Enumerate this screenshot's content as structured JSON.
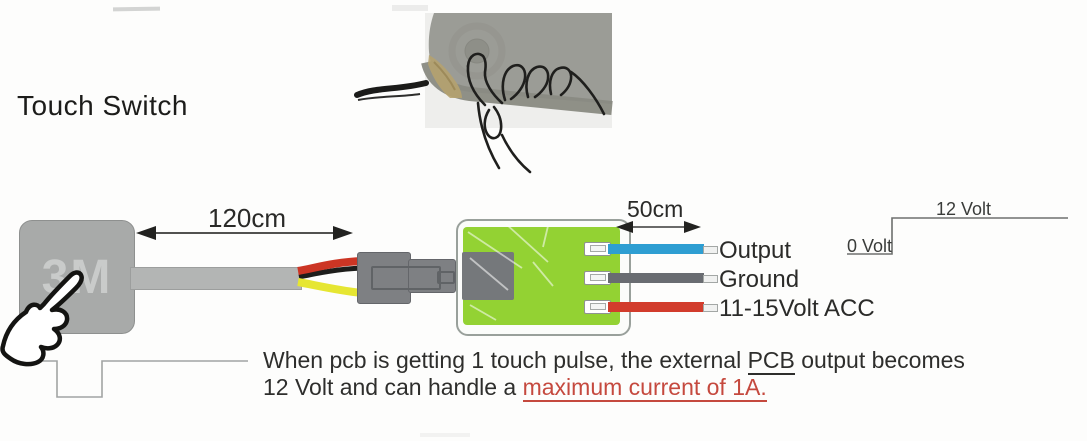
{
  "title": "Touch Switch",
  "diagram": {
    "pad_label": "3M",
    "cable_length": "120cm",
    "output_length": "50cm",
    "wires": [
      {
        "label": "Output",
        "color": "#2e9ed2"
      },
      {
        "label": "Ground",
        "color": "#696c71"
      },
      {
        "label": "11-15Volt ACC",
        "color": "#d23c2c"
      }
    ],
    "signal": {
      "low": "0 Volt",
      "high": "12 Volt"
    },
    "colors": {
      "pad": "#a8aaa9",
      "pad_text": "#c9cbca",
      "cable": "#b3b5b4",
      "connector": "#7e8083",
      "pcb_green": "#93d233",
      "chip": "#75787b",
      "wire_red": "#cc3524",
      "wire_yellow": "#e6e632",
      "wire_black": "#1d1d1b",
      "note_red": "#c5493e"
    }
  },
  "note": {
    "line1_pre": "When pcb is getting 1 touch pulse, the external ",
    "line1_underline": "PCB",
    "line1_post": " output becomes",
    "line2_pre": "12 Volt and can handle a ",
    "line2_red": "maximum current of 1A."
  }
}
